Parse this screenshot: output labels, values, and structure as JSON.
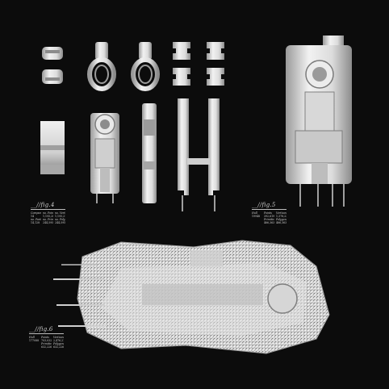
{
  "figures": {
    "fig4": {
      "title": "__//fig.4",
      "stats": [
        [
          "Components",
          "no. Points",
          "no. Vertices"
        ],
        [
          "14",
          "1,195,201",
          "1,195,213"
        ],
        [
          "no. Parts",
          "no. Primitives",
          "no. Polygons"
        ],
        [
          "14,128",
          "244,595",
          "244,595"
        ]
      ]
    },
    "fig5": {
      "title": "__//fig.5",
      "stats": [
        [
          "Hull",
          "Points",
          "Vertices"
        ],
        [
          "19948",
          "392,619",
          "1,378,231"
        ],
        [
          "",
          "Primitives",
          "Polygons"
        ],
        [
          "",
          "466,363",
          "466,363"
        ]
      ]
    },
    "fig6": {
      "title": "__//fig.6",
      "stats": [
        [
          "Hull",
          "Points",
          "Vertices"
        ],
        [
          "177088",
          "703,032",
          "2,476,216"
        ],
        [
          "",
          "Primitives",
          "Polygons"
        ],
        [
          "",
          "632,226",
          "632,226"
        ]
      ]
    }
  },
  "colors": {
    "background": "#0c0c0c",
    "model": "#e8e8e8",
    "shadow": "#8a8a8a",
    "label": "#cfcfcf"
  }
}
